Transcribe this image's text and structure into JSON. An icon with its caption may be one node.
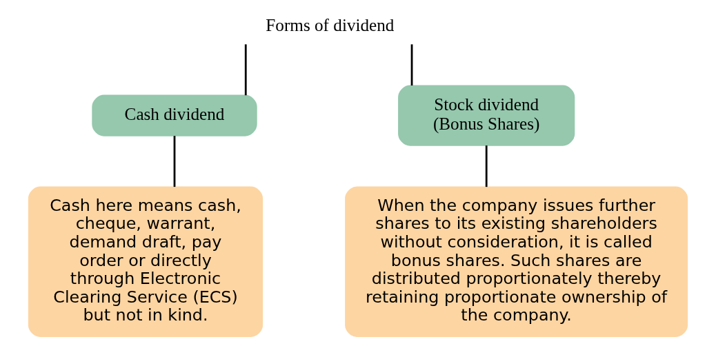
{
  "diagram": {
    "nodes": [
      {
        "text": [
          "Forms of dividend"
        ]
      },
      {
        "text": [
          "Cash dividend"
        ]
      },
      {
        "text": [
          "Stock dividend (Bonus Shares)"
        ]
      },
      {
        "text": [
          "Cash here means cash, cheque, warrant, demand draft, pay order or directly through Electronic Clearing Service (ECS) but not in kind."
        ]
      },
      {
        "text": [
          "When the company issues further shares to its existing shareholders without consideration, it is called bonus shares. Such shares are distributed proportionately thereby retaining proportionate ownership of the company."
        ]
      }
    ],
    "edges": [
      {
        "from": 0,
        "to": 1,
        "arrow": "none"
      },
      {
        "from": 0,
        "to": 2,
        "arrow": "none"
      },
      {
        "from": 1,
        "to": 3,
        "arrow": "none"
      },
      {
        "from": 2,
        "to": 4,
        "arrow": "none"
      }
    ]
  }
}
